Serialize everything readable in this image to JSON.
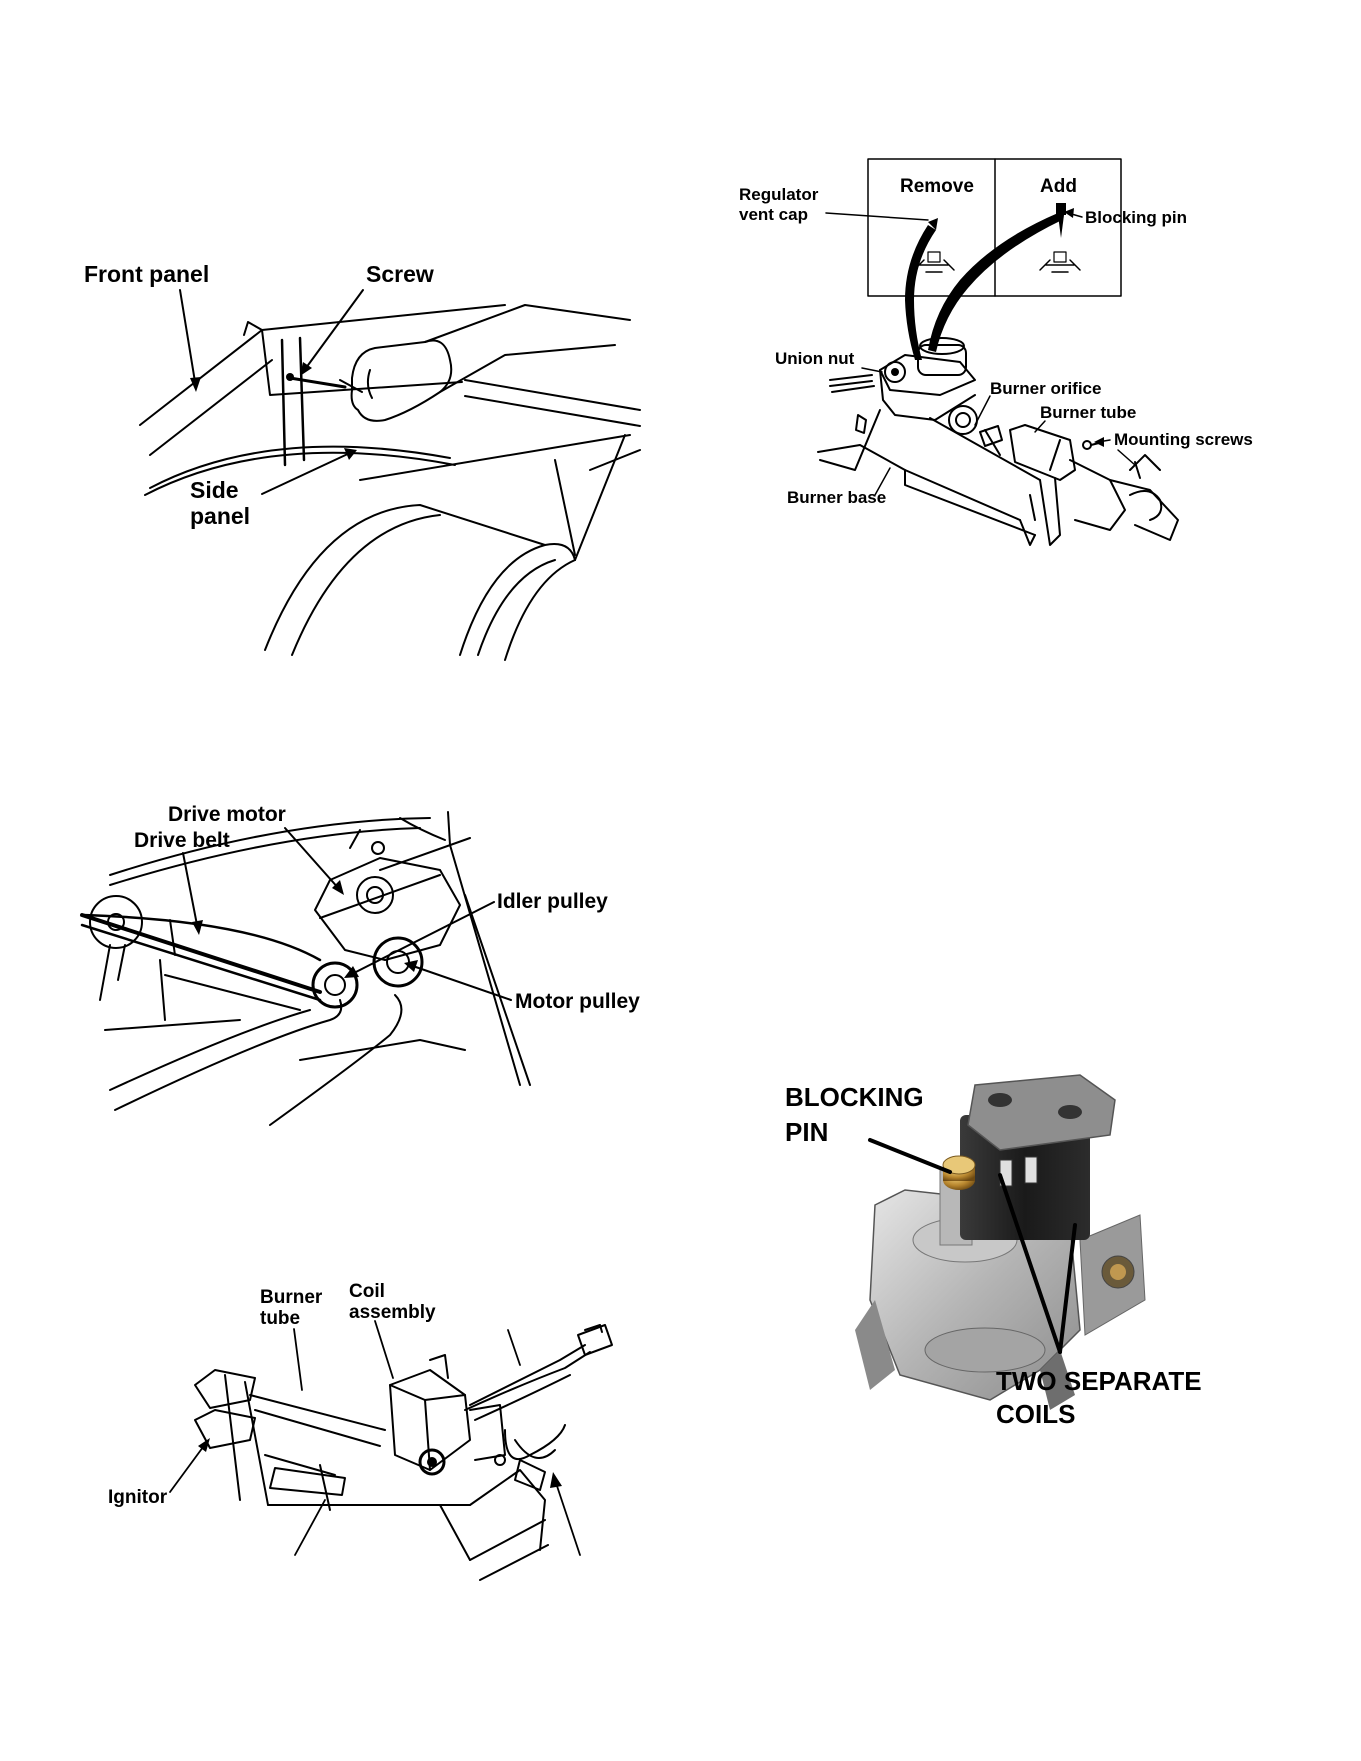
{
  "fig_front_panel": {
    "front_panel": "Front panel",
    "screw": "Screw",
    "side_1": "Side",
    "side_2": "panel"
  },
  "fig_drive": {
    "drive_motor": "Drive motor",
    "drive_belt": "Drive belt",
    "idler_pulley": "Idler pulley",
    "motor_pulley": "Motor pulley"
  },
  "fig_burner_assembly": {
    "burner_tube_1": "Burner",
    "burner_tube_2": "tube",
    "coil_1": "Coil",
    "coil_2": "assembly",
    "ignitor": "Ignitor"
  },
  "fig_valve_conversion": {
    "regulator_1": "Regulator",
    "regulator_2": "vent cap",
    "remove": "Remove",
    "add": "Add",
    "blocking_pin": "Blocking pin",
    "union_nut": "Union nut",
    "burner_orifice": "Burner orifice",
    "burner_tube": "Burner tube",
    "mounting_screws": "Mounting screws",
    "burner_base": "Burner base"
  },
  "fig_valve_photo": {
    "blocking_1": "BLOCKING",
    "blocking_2": "PIN",
    "coils_1": "TWO SEPARATE",
    "coils_2": "COILS"
  }
}
